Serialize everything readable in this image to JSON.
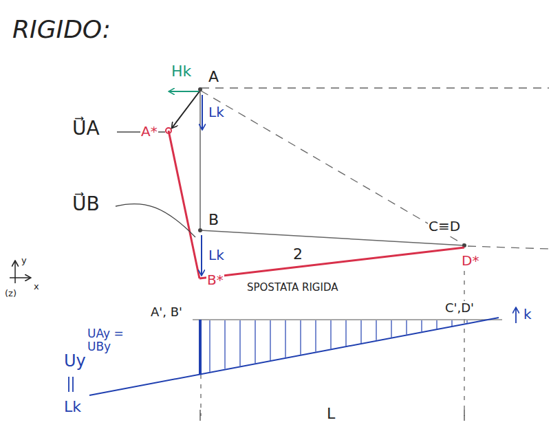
{
  "diagram": {
    "title": "RIGIDO:",
    "labels": [
      "Hk",
      "A",
      "Lk",
      "U⃗A",
      "A*",
      "B",
      "C≡D",
      "D*",
      "U⃗B",
      "Lk",
      "B*",
      "2",
      "SPOSTATA RIGIDA",
      "y",
      "x",
      "(z)",
      "A', B'",
      "C',D'",
      "k",
      "Uy",
      "UAy = UBy",
      "Lk",
      "L"
    ]
  }
}
